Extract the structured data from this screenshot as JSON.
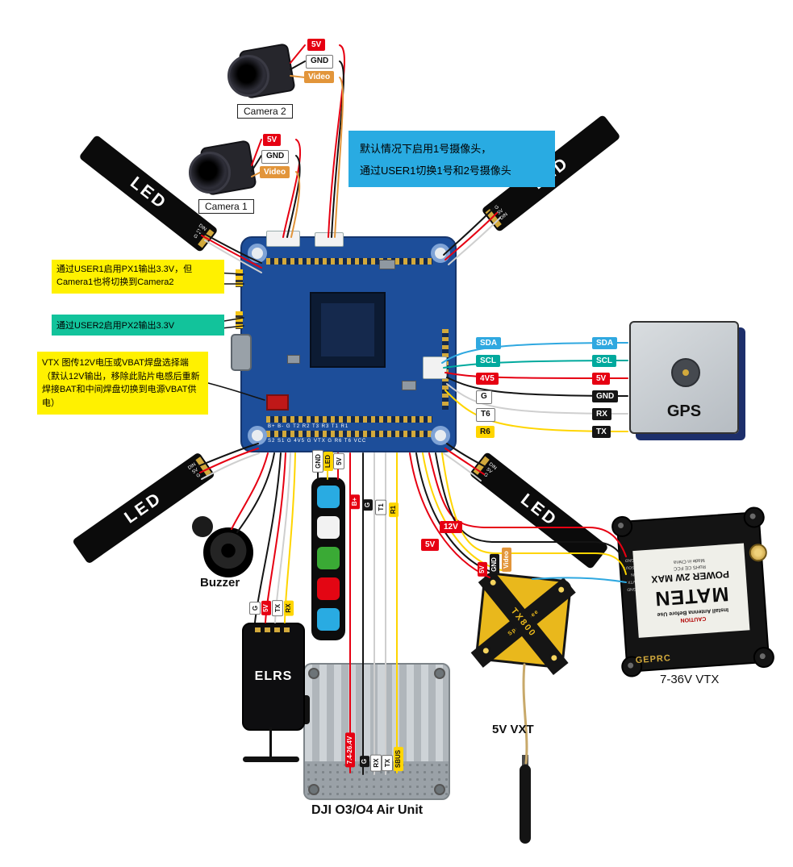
{
  "colors": {
    "wire-red": "#e60012",
    "wire-black": "#141414",
    "wire-yellow": "#ffd500",
    "wire-white": "#e9e9e9",
    "wire-orange": "#e2953a",
    "wire-blue": "#2fa8e0",
    "wire-teal": "#00a99d",
    "callout-blue": "#29abe2",
    "callout-yellow": "#fff100",
    "callout-teal": "#12c39b",
    "pcb-blue": "#1d4e9a",
    "pcb-dark": "#16366e",
    "pad-gold": "#d2a93c"
  },
  "callouts": {
    "camera_switch_line1": "默认情况下启用1号摄像头，",
    "camera_switch_line2": "通过USER1切换1号和2号摄像头",
    "user1_px1": "通过USER1启用PX1输出3.3V，但Camera1也将切换到Camera2",
    "user2_px2": "通过USER2启用PX2输出3.3V",
    "vtx_pad_select": "VTX 图传12V电压或VBAT焊盘选择端（默认12V输出，移除此贴片电感后重新焊接BAT和中间焊盘切换到电源VBAT供电）"
  },
  "camera2": {
    "label": "Camera 2",
    "pins": [
      "5V",
      "GND",
      "Video"
    ]
  },
  "camera1": {
    "label": "Camera 1",
    "pins": [
      "5V",
      "GND",
      "Video"
    ]
  },
  "led_strips": {
    "label": "LED",
    "top_left_pads": [
      "DIN",
      "5V",
      "G"
    ],
    "top_right_pads": [
      "G",
      "5V",
      "DIN"
    ],
    "bottom_left_pads": [
      "DIN",
      "5V",
      "G"
    ],
    "bottom_right_pads": [
      "DIN",
      "5V",
      "G"
    ]
  },
  "fc": {
    "pad_row_top": "B+ B- G T2 R2 T3 R3 T1 R1",
    "pad_row_bottom": "S2 S1 G 4V5 G VTX G R6 T6 VCC"
  },
  "gps": {
    "label": "GPS",
    "fc_side_labels": [
      "SDA",
      "SCL",
      "4V5",
      "G",
      "T6",
      "R6"
    ],
    "gps_side_labels": [
      "SDA",
      "SCL",
      "5V",
      "GND",
      "RX",
      "TX"
    ]
  },
  "maten_vtx": {
    "caption": "7-36V VTX",
    "name": "MATEN",
    "power_text": "POWER 2W MAX",
    "caution": "CAUTION",
    "install_text": "Install Antenna Before Use",
    "certs": "RoHS  CE  FCC",
    "made_in": "Made in China",
    "brand": "GEPRC",
    "pins": [
      "GND",
      "VTX",
      "IN",
      "SOUT",
      "GND"
    ]
  },
  "buzzer": {
    "label": "Buzzer"
  },
  "elrs": {
    "label": "ELRS",
    "pins": [
      "G",
      "5V",
      "TX",
      "RX"
    ]
  },
  "led_bar": {
    "pins": [
      "GND",
      "LED",
      "5V"
    ]
  },
  "air_unit": {
    "caption": "DJI O3/O4 Air Unit",
    "wire_labels": [
      "7.4-26.4V",
      "G",
      "RX",
      "TX",
      "SBUS"
    ]
  },
  "vxt": {
    "caption": "5V VXT",
    "model": "TX800",
    "brand": "SpeedyBee",
    "wire_labels": [
      "5V",
      "GND",
      "Video"
    ]
  },
  "mid_wire_labels": [
    "B+",
    "G",
    "T1",
    "R1"
  ],
  "power_labels": {
    "v12": "12V",
    "v5": "5V"
  }
}
